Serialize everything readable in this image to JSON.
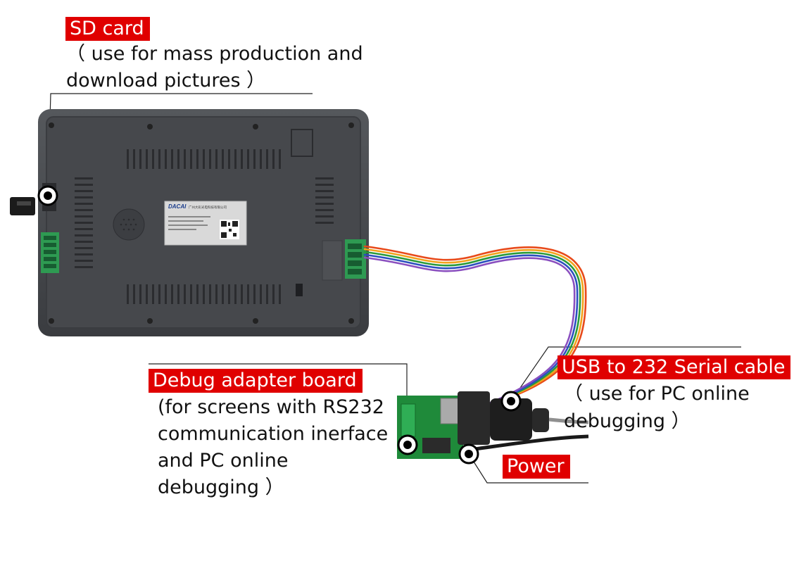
{
  "callouts": {
    "sd_card": {
      "title": "SD card",
      "desc_line1": "（ use for mass production and",
      "desc_line2": "download pictures ）"
    },
    "debug_board": {
      "title": "Debug adapter board",
      "desc_line1": "(for screens with RS232",
      "desc_line2": "communication inerface",
      "desc_line3": "and PC online",
      "desc_line4": "debugging ）"
    },
    "usb_cable": {
      "title": "USB to 232 Serial cable",
      "desc_line1": "（ use for PC online",
      "desc_line2": "debugging ）"
    },
    "power": {
      "title": "Power"
    }
  },
  "device_label": {
    "brand": "DACAI",
    "company": "广州大彩光电科技有限公司"
  },
  "colors": {
    "label_bg": "#e00000",
    "label_text": "#ffffff",
    "housing": "#4a4c50",
    "pcb": "#1f8a3a"
  }
}
